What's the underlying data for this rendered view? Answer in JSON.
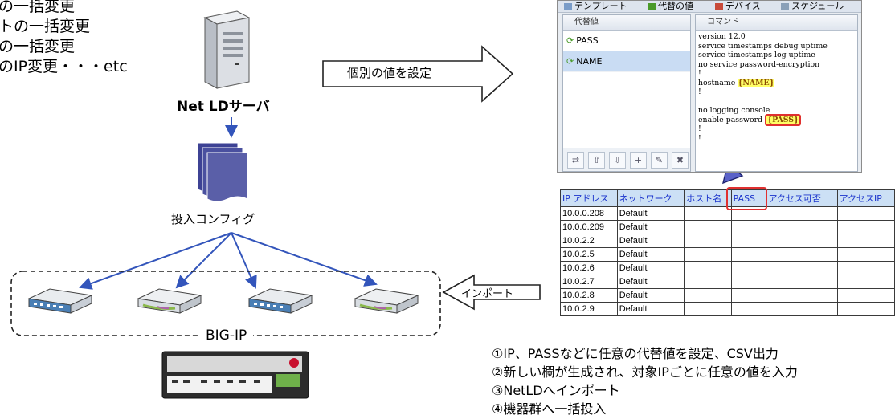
{
  "left_list": [
    "の一括変更",
    "トの一括変更",
    "の一括変更",
    "のIP変更・・・etc"
  ],
  "server_label": "Net LDサーバ",
  "config_label": "投入コンフィグ",
  "bigip_label": "BIG-IP",
  "set_values_arrow_label": "個別の値を設定",
  "import_arrow_label": "インポート",
  "editor": {
    "tabs": [
      "テンプレート",
      "代替の値",
      "デバイス",
      "スケジュール"
    ],
    "var_header": "代替値",
    "cmd_header": "コマンド",
    "variables": [
      {
        "name": "PASS",
        "selected": false
      },
      {
        "name": "NAME",
        "selected": true
      }
    ],
    "toolbar_icons": [
      "import-icon",
      "move-up-icon",
      "move-down-icon",
      "add-icon",
      "edit-icon",
      "delete-icon"
    ],
    "command_lines": [
      {
        "text": "version 12.0"
      },
      {
        "text": "service timestamps debug uptime"
      },
      {
        "text": "service timestamps log uptime"
      },
      {
        "text": "no service password-encryption"
      },
      {
        "text": "!"
      },
      {
        "text": "hostname ",
        "var": "{NAME}"
      },
      {
        "text": "!"
      },
      {
        "text": ""
      },
      {
        "text": "no logging console"
      },
      {
        "text": "enable password ",
        "var": "{PASS}",
        "boxed": true
      },
      {
        "text": "!"
      },
      {
        "text": "!"
      }
    ]
  },
  "table": {
    "headers": [
      "IP アドレス",
      "ネットワーク",
      "ホスト名",
      "PASS",
      "アクセス可否",
      "アクセスIP"
    ],
    "rows": [
      [
        "10.0.0.208",
        "Default"
      ],
      [
        "10.0.0.209",
        "Default"
      ],
      [
        "10.0.2.2",
        "Default"
      ],
      [
        "10.0.2.5",
        "Default"
      ],
      [
        "10.0.2.6",
        "Default"
      ],
      [
        "10.0.2.7",
        "Default"
      ],
      [
        "10.0.2.8",
        "Default"
      ],
      [
        "10.0.2.9",
        "Default"
      ]
    ]
  },
  "steps": [
    "①IP、PASSなどに任意の代替値を設定、CSV出力",
    "②新しい欄が生成され、対象IPごとに任意の値を入力",
    "③NetLDへインポート",
    "④機器群へ一括投入"
  ],
  "colors": {
    "arrow_blue": "#3355bb",
    "highlight_red": "#e03030",
    "table_header_bg": "#cce0f5",
    "server_body": "#d9dde3",
    "document_fill": "#5a5fa8",
    "switch_blue": "#4a7fb5",
    "switch_green": "#8ab84a"
  }
}
